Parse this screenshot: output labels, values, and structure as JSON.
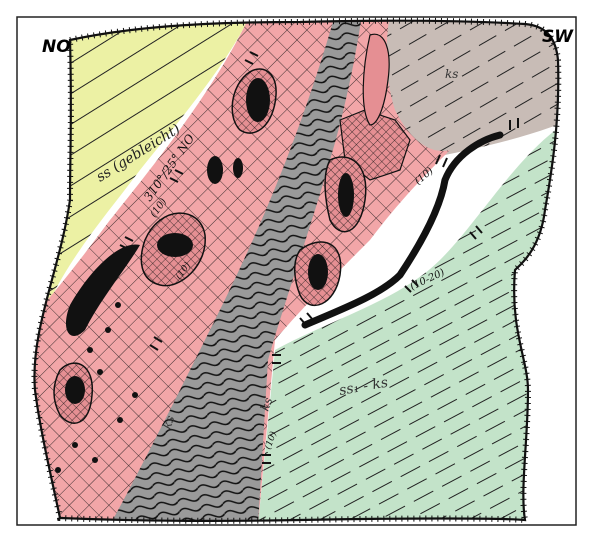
{
  "orientation": {
    "left": "NO",
    "right": "SW"
  },
  "units": {
    "yellow_sandstone": "ss (gebleicht)",
    "pink_label_dip": "310°/25° NO",
    "gray_upper_right": "ks",
    "green_lower_right": "ss₁ - ks",
    "dark_band_left": "ks",
    "dark_band_right": "ks"
  },
  "contact_labels": {
    "c1": "(10)",
    "c2": "(10)",
    "c3": "(10-20)",
    "c4": "(10)",
    "c5": "(10)"
  },
  "colors": {
    "yellow": "#ecf1a4",
    "pink": "#f2a6a8",
    "gray": "#c8bcb6",
    "green": "#c3e3c9",
    "dark": "#8c8c8c",
    "ink": "#111111",
    "frame_border": "#222222"
  }
}
